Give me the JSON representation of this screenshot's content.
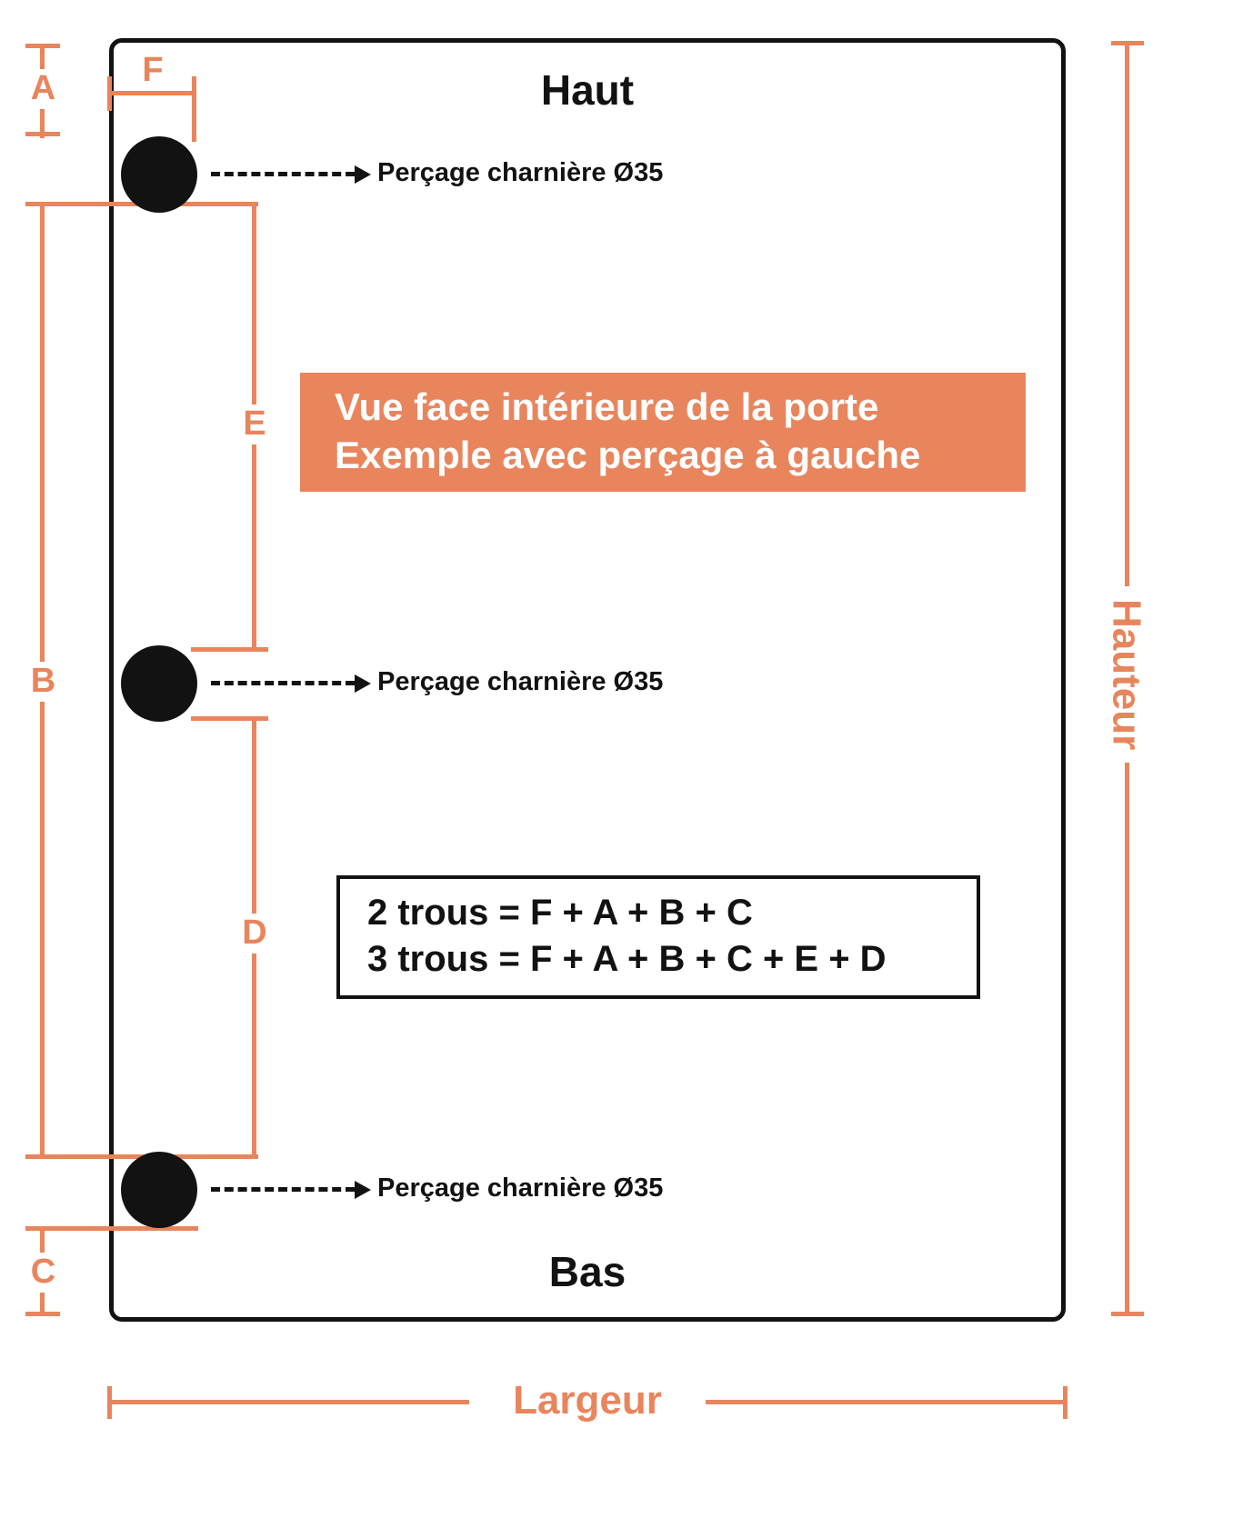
{
  "diagram": {
    "door": {
      "top_label": "Haut",
      "bottom_label": "Bas"
    },
    "banner": {
      "line1": "Vue face intérieure de la porte",
      "line2": "Exemple avec perçage à gauche"
    },
    "formulas": {
      "two_holes": "2 trous = F + A + B + C",
      "three_holes": "3 trous = F + A + B + C + E + D"
    },
    "holes": [
      {
        "label": "Perçage charnière Ø35"
      },
      {
        "label": "Perçage charnière Ø35"
      },
      {
        "label": "Perçage charnière Ø35"
      }
    ],
    "dims": {
      "F": "F",
      "A": "A",
      "B": "B",
      "C": "C",
      "D": "D",
      "E": "E",
      "hauteur": "Hauteur",
      "largeur": "Largeur"
    },
    "colors": {
      "accent": "#E8855D",
      "ink": "#121212",
      "background": "#FFFFFF"
    }
  }
}
